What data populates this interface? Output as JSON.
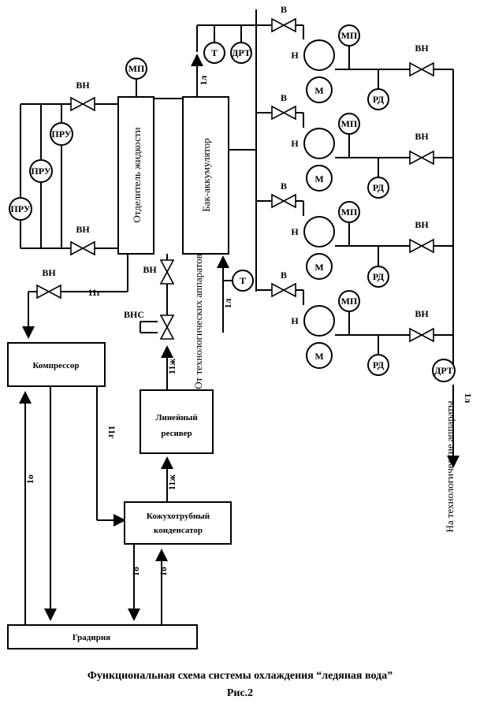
{
  "labels": {
    "vn": "ВН",
    "v": "В",
    "n": "Н",
    "m": "М",
    "mp": "МП",
    "pru": "ПРУ",
    "rd": "РД",
    "drt": "ДРТ",
    "t": "Т",
    "vns": "ВНС"
  },
  "boxes": {
    "separator": "Отделитель жидкости",
    "tank": "Бак-аккумулятор",
    "compressor": "Компрессор",
    "receiver_line1": "Линейный",
    "receiver_line2": "ресивер",
    "condenser_line1": "Кожухотрубный",
    "condenser_line2": "конденсатор",
    "cooling_tower": "Градирня"
  },
  "lines": {
    "l1": "1л",
    "g11": "11г",
    "zh11": "11ж",
    "o1": "1о"
  },
  "notes": {
    "from_apparatus": "От технологических аппаратов",
    "to_apparatus": "На технологические аппараты"
  },
  "caption": {
    "title": "Функциональная схема системы охлаждения “ледяная вода”",
    "figure": "Рис.2"
  }
}
